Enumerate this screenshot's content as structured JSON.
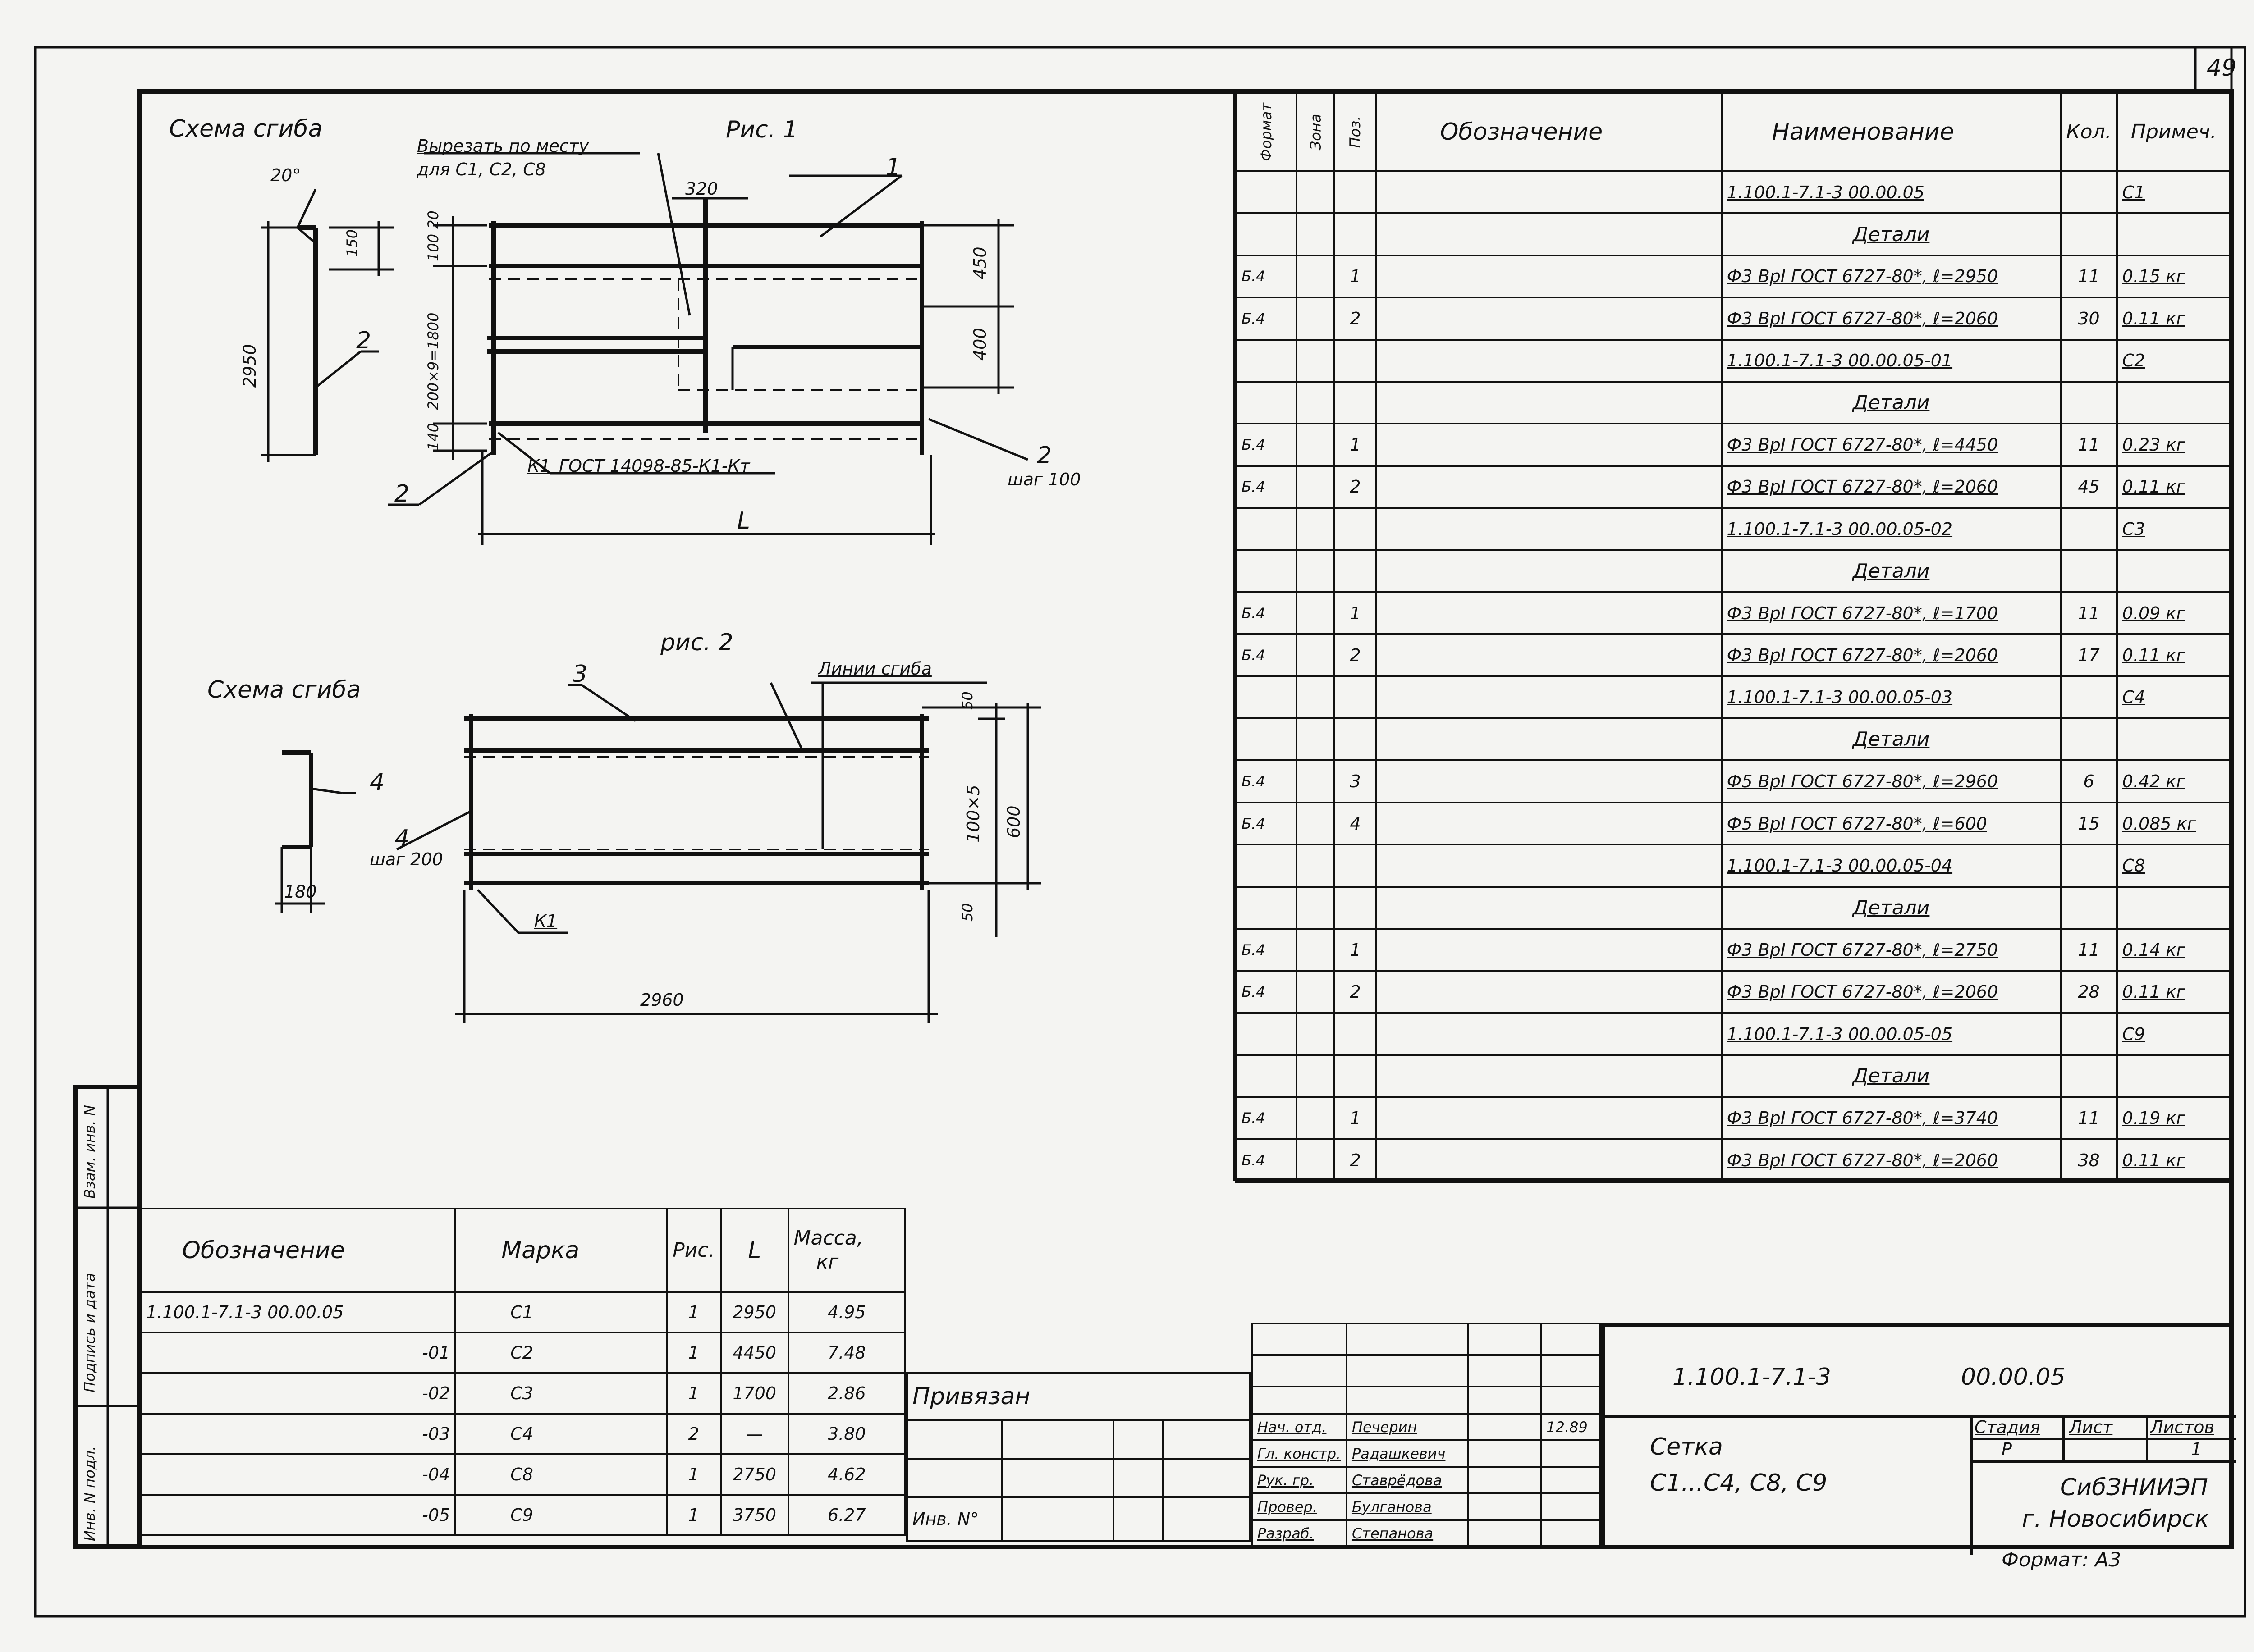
{
  "sheet_number": "49",
  "fig1": {
    "title": "Рис. 1",
    "bend_title": "Схема сгиба",
    "cut_note_1": "Вырезать по месту",
    "cut_note_2": "для С1, С2, С8",
    "dim_320": "320",
    "dim_20": "20",
    "dim_100": "100",
    "dim_200x9": "200×9=1800",
    "dim_140": "140",
    "dim_450": "450",
    "dim_400": "400",
    "dim_L": "L",
    "dim_2950": "2950",
    "dim_150": "150",
    "angle_20": "20°",
    "pos_1": "1",
    "pos_2": "2",
    "pos_2b": "2",
    "pos_2c": "2",
    "step_100": "шаг 100",
    "weld_note": "ГОСТ 14098-85-К1-Кт",
    "weld_mark": "К1"
  },
  "fig2": {
    "title": "рис. 2",
    "bend_title": "Схема сгиба",
    "bend_lines": "Линии сгиба",
    "pos_3": "3",
    "pos_4": "4",
    "pos_4b": "4",
    "step_200": "шаг 200",
    "weld_mark": "К1",
    "dim_50_top": "50",
    "dim_100x5": "100×5",
    "dim_600": "600",
    "dim_50_bot": "50",
    "dim_2960": "2960",
    "dim_180": "180"
  },
  "spec": {
    "headers": {
      "format": "Формат",
      "zone": "Зона",
      "pos": "Поз.",
      "designation": "Обозначение",
      "name": "Наименование",
      "qty": "Кол.",
      "note": "Примеч."
    },
    "rows": [
      {
        "fmt": "",
        "pos": "",
        "name": "1.100.1-7.1-3          00.00.05",
        "qty": "",
        "note": "С1",
        "type": "item"
      },
      {
        "fmt": "",
        "pos": "",
        "name": "Детали",
        "qty": "",
        "note": "",
        "type": "section"
      },
      {
        "fmt": "Б.4",
        "pos": "1",
        "name": "Ф3 ВрI ГОСТ 6727-80*,  ℓ=2950",
        "qty": "11",
        "note": "0.15 кг",
        "type": "part"
      },
      {
        "fmt": "Б.4",
        "pos": "2",
        "name": "Ф3 ВрI ГОСТ 6727-80*,  ℓ=2060",
        "qty": "30",
        "note": "0.11 кг",
        "type": "part"
      },
      {
        "fmt": "",
        "pos": "",
        "name": "1.100.1-7.1-3     00.00.05-01",
        "qty": "",
        "note": "С2",
        "type": "item"
      },
      {
        "fmt": "",
        "pos": "",
        "name": "Детали",
        "qty": "",
        "note": "",
        "type": "section"
      },
      {
        "fmt": "Б.4",
        "pos": "1",
        "name": "Ф3 ВрI ГОСТ 6727-80*,  ℓ=4450",
        "qty": "11",
        "note": "0.23 кг",
        "type": "part"
      },
      {
        "fmt": "Б.4",
        "pos": "2",
        "name": "Ф3 ВрI ГОСТ 6727-80*,  ℓ=2060",
        "qty": "45",
        "note": "0.11 кг",
        "type": "part"
      },
      {
        "fmt": "",
        "pos": "",
        "name": "1.100.1-7.1-3     00.00.05-02",
        "qty": "",
        "note": "С3",
        "type": "item"
      },
      {
        "fmt": "",
        "pos": "",
        "name": "Детали",
        "qty": "",
        "note": "",
        "type": "section"
      },
      {
        "fmt": "Б.4",
        "pos": "1",
        "name": "Ф3 ВрI ГОСТ 6727-80*,  ℓ=1700",
        "qty": "11",
        "note": "0.09 кг",
        "type": "part"
      },
      {
        "fmt": "Б.4",
        "pos": "2",
        "name": "Ф3 ВрI ГОСТ 6727-80*,  ℓ=2060",
        "qty": "17",
        "note": "0.11 кг",
        "type": "part"
      },
      {
        "fmt": "",
        "pos": "",
        "name": "1.100.1-7.1-3     00.00.05-03",
        "qty": "",
        "note": "С4",
        "type": "item"
      },
      {
        "fmt": "",
        "pos": "",
        "name": "Детали",
        "qty": "",
        "note": "",
        "type": "section"
      },
      {
        "fmt": "Б.4",
        "pos": "3",
        "name": "Ф5 ВрI ГОСТ 6727-80*,  ℓ=2960",
        "qty": "6",
        "note": "0.42 кг",
        "type": "part"
      },
      {
        "fmt": "Б.4",
        "pos": "4",
        "name": "Ф5 ВрI ГОСТ 6727-80*,  ℓ=600",
        "qty": "15",
        "note": "0.085 кг",
        "type": "part"
      },
      {
        "fmt": "",
        "pos": "",
        "name": "1.100.1-7.1-3     00.00.05-04",
        "qty": "",
        "note": "С8",
        "type": "item"
      },
      {
        "fmt": "",
        "pos": "",
        "name": "Детали",
        "qty": "",
        "note": "",
        "type": "section"
      },
      {
        "fmt": "Б.4",
        "pos": "1",
        "name": "Ф3 ВрI ГОСТ 6727-80*,  ℓ=2750",
        "qty": "11",
        "note": "0.14 кг",
        "type": "part"
      },
      {
        "fmt": "Б.4",
        "pos": "2",
        "name": "Ф3 ВрI ГОСТ 6727-80*,  ℓ=2060",
        "qty": "28",
        "note": "0.11 кг",
        "type": "part"
      },
      {
        "fmt": "",
        "pos": "",
        "name": "1.100.1-7.1-3     00.00.05-05",
        "qty": "",
        "note": "С9",
        "type": "item"
      },
      {
        "fmt": "",
        "pos": "",
        "name": "Детали",
        "qty": "",
        "note": "",
        "type": "section"
      },
      {
        "fmt": "Б.4",
        "pos": "1",
        "name": "Ф3 ВрI ГОСТ 6727-80*,  ℓ=3740",
        "qty": "11",
        "note": "0.19 кг",
        "type": "part"
      },
      {
        "fmt": "Б.4",
        "pos": "2",
        "name": "Ф3 ВрI ГОСТ 6727-80*,  ℓ=2060",
        "qty": "38",
        "note": "0.11 кг",
        "type": "part"
      }
    ]
  },
  "marks": {
    "headers": {
      "designation": "Обозначение",
      "mark": "Марка",
      "fig": "Рис.",
      "L": "L",
      "mass_1": "Масса,",
      "mass_2": "кг"
    },
    "rows": [
      {
        "designation": "1.100.1-7.1-3   00.00.05",
        "mark": "С1",
        "fig": "1",
        "L": "2950",
        "mass": "4.95"
      },
      {
        "designation": "-01",
        "mark": "С2",
        "fig": "1",
        "L": "4450",
        "mass": "7.48"
      },
      {
        "designation": "-02",
        "mark": "С3",
        "fig": "1",
        "L": "1700",
        "mass": "2.86"
      },
      {
        "designation": "-03",
        "mark": "С4",
        "fig": "2",
        "L": "—",
        "mass": "3.80"
      },
      {
        "designation": "-04",
        "mark": "С8",
        "fig": "1",
        "L": "2750",
        "mass": "4.62"
      },
      {
        "designation": "-05",
        "mark": "С9",
        "fig": "1",
        "L": "3750",
        "mass": "6.27"
      }
    ]
  },
  "side_stamp": {
    "vzam": "Взам. инв. N",
    "podpis": "Подпись и дата",
    "inv": "Инв. N подл."
  },
  "privyazan": {
    "label": "Привязан",
    "inv": "Инв. N°"
  },
  "title_block": {
    "code": "1.100.1-7.1-3",
    "doc": "00.00.05",
    "name_1": "Сетка",
    "name_2": "С1...С4, С8, С9",
    "stage_label": "Стадия",
    "sheet_label": "Лист",
    "sheets_label": "Листов",
    "stage": "Р",
    "sheets": "1",
    "org_1": "СибЗНИИЭП",
    "org_2": "г. Новосибирск",
    "format": "Формат: А3",
    "date": "12.89",
    "people": [
      {
        "role": "Нач. отд.",
        "name": "Печерин"
      },
      {
        "role": "Гл. констр.",
        "name": "Радашкевич"
      },
      {
        "role": "Рук. гр.",
        "name": "Ставрёдова"
      },
      {
        "role": "Провер.",
        "name": "Булганова"
      },
      {
        "role": "Разраб.",
        "name": "Степанова"
      }
    ]
  }
}
